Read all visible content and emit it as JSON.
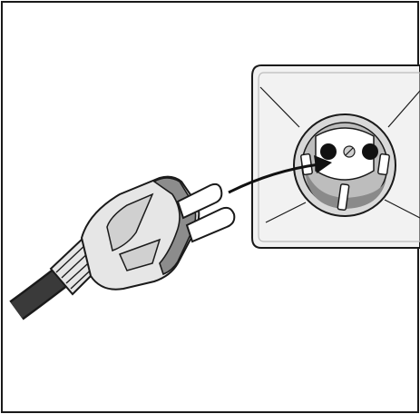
{
  "illustration": {
    "subject": "plug-into-socket",
    "objects": [
      "frame-border",
      "power-cable",
      "schuko-plug",
      "insertion-arrow",
      "wall-socket"
    ],
    "colors": {
      "line": "#1a1a1a",
      "plug_body": "#e6e6e6",
      "plug_shadow": "#8c8c8c",
      "socket_plate": "#f2f2f2",
      "socket_well": "#bdbdbd",
      "socket_well_dark": "#8a8a8a",
      "cable": "#2b2b2b",
      "background": "#ffffff"
    }
  }
}
